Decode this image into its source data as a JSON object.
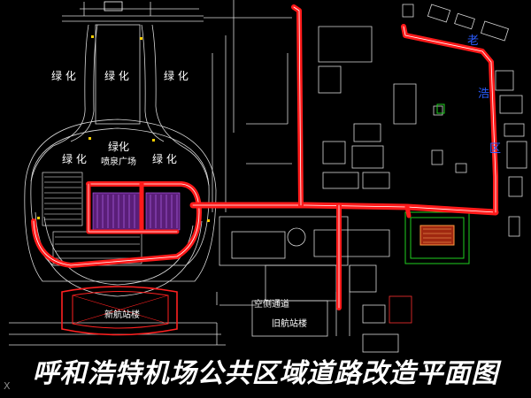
{
  "title": "呼和浩特机场公共区域道路改造平面图",
  "corner_mark": "X",
  "labels": {
    "green_top_left": "绿 化",
    "green_top_center": "绿 化",
    "green_top_right": "绿 化",
    "green_mid_left": "绿 化",
    "green_mid_center": "绿化",
    "fountain_plaza": "喷泉广场",
    "green_mid_right": "绿 化",
    "new_terminal": "新航站楼",
    "old_terminal": "旧航站楼",
    "old_airside_road": "空侧通道",
    "district_char_1": "老",
    "district_char_2": "浩",
    "district_char_3": "区"
  },
  "colors": {
    "road": "#ff1a1a",
    "road_inner": "#ffffff",
    "cad_lines": "#ffffff",
    "green_outline": "#20d020",
    "district_text": "#2a5cff",
    "parking_fill": "#7a2a9a",
    "building_fill": "#b02a10"
  }
}
